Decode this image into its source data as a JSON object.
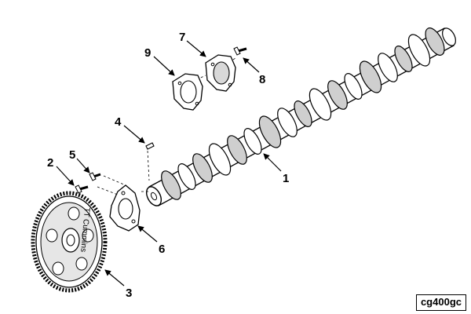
{
  "diagram": {
    "callouts": [
      "1",
      "2",
      "3",
      "4",
      "5",
      "6",
      "7",
      "8",
      "9"
    ],
    "gear_stamp": "TT Cummins"
  },
  "reference_code": "cg400gc",
  "colors": {
    "ink": "#000000",
    "shade": "#b8b8b8",
    "paper": "#ffffff"
  }
}
